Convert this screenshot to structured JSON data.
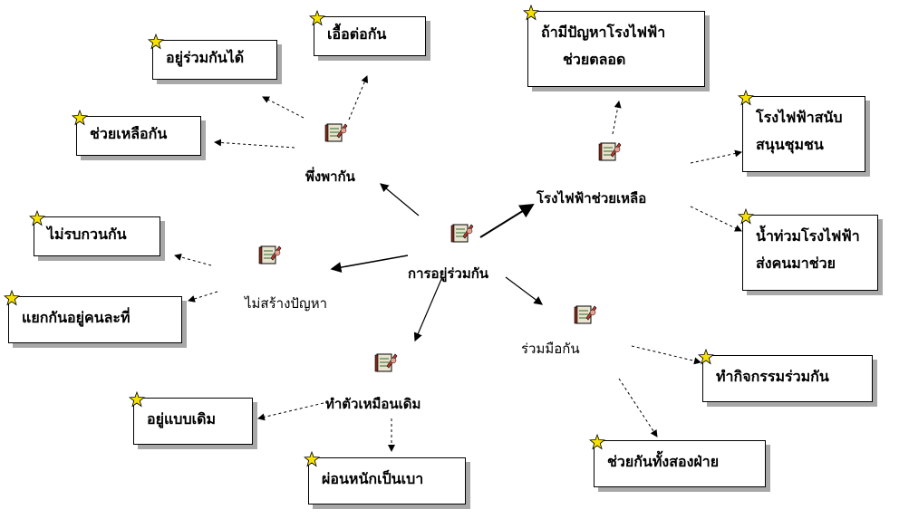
{
  "center": {
    "label": "การอยู่ร่วมกัน"
  },
  "nodes": {
    "pueng": {
      "label": "พึ่งพากัน"
    },
    "power": {
      "label": "โรงไฟฟ้าช่วยเหลือ"
    },
    "maisang": {
      "label": "ไม่สร้างปัญหา"
    },
    "tamtua": {
      "label": "ทำตัวเหมือนเดิม"
    },
    "ruammue": {
      "label": "ร่วมมือกัน"
    }
  },
  "boxes": {
    "b1": {
      "lines": [
        "อยู่ร่วมกันได้"
      ]
    },
    "b2": {
      "lines": [
        "เอื้อต่อกัน"
      ]
    },
    "b3": {
      "lines": [
        "ช่วยเหลือกัน"
      ]
    },
    "b4": {
      "lines": [
        "ถ้ามีปัญหาโรงไฟฟ้า",
        "ช่วยตลอด"
      ]
    },
    "b5": {
      "lines": [
        "โรงไฟฟ้าสนับ",
        "สนุนชุมชน"
      ]
    },
    "b6": {
      "lines": [
        "น้ำท่วมโรงไฟฟ้า",
        "ส่งคนมาช่วย"
      ]
    },
    "b7": {
      "lines": [
        "ไม่รบกวนกัน"
      ]
    },
    "b8": {
      "lines": [
        "แยกกันอยู่คนละที่"
      ]
    },
    "b9": {
      "lines": [
        "ทำกิจกรรมร่วมกัน"
      ]
    },
    "b10": {
      "lines": [
        "ช่วยกันทั้งสองฝ่าย"
      ]
    },
    "b11": {
      "lines": [
        "อยู่แบบเดิม"
      ]
    },
    "b12": {
      "lines": [
        "ผ่อนหนักเป็นเบา"
      ]
    }
  },
  "icons": {
    "node_icon": "notebook-pen-icon",
    "box_icon": "star-icon"
  }
}
